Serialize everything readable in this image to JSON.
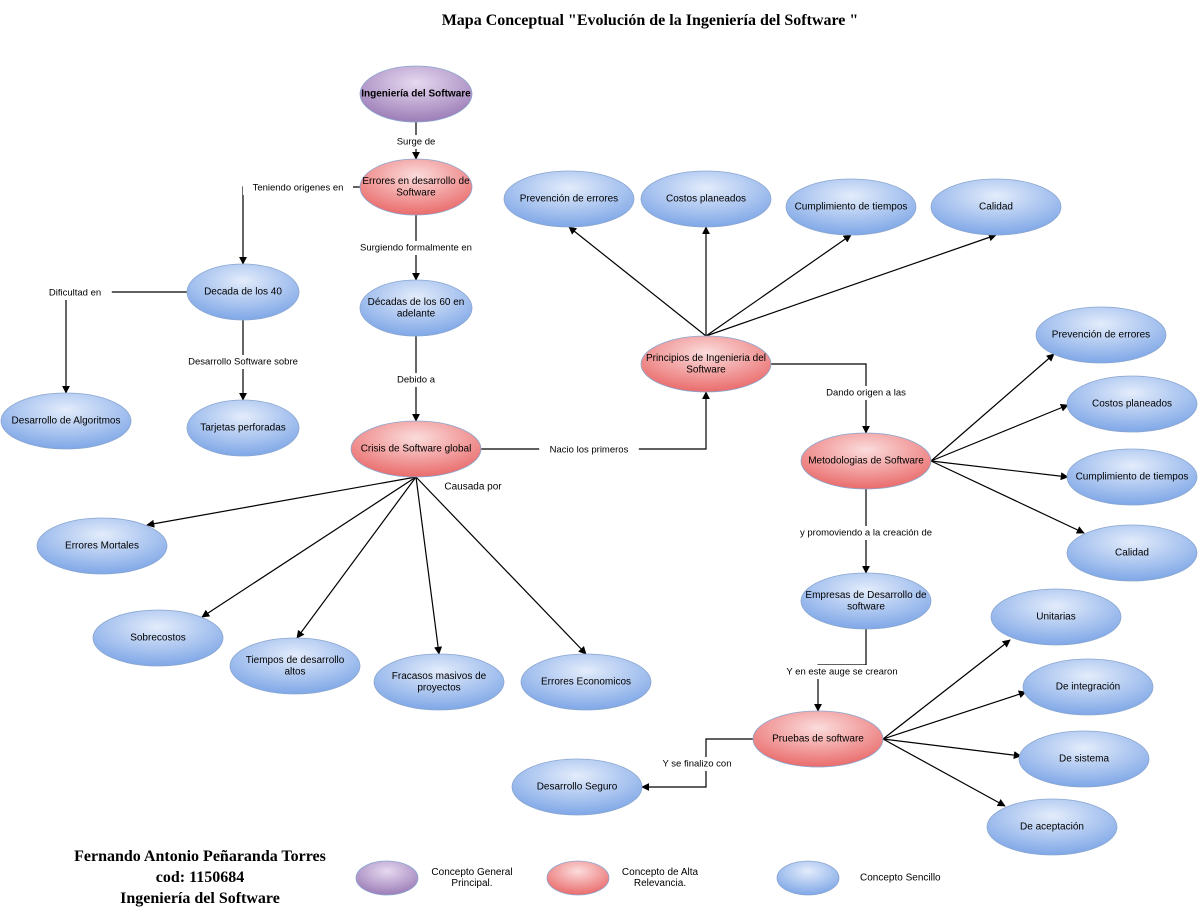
{
  "title": "Mapa Conceptual \"Evolución de la Ingeniería del Software \"",
  "author": {
    "name": "Fernando Antonio Peñaranda Torres",
    "code": "cod: 1150684",
    "course": "Ingeniería del Software"
  },
  "colors": {
    "purple": "#9c7db7",
    "red": "#ea6b6b",
    "blue": "#7fa7e7",
    "edge": "#000000"
  },
  "nodes": [
    {
      "id": "ingenieria",
      "label": [
        "Ingeniería del Software"
      ],
      "kind": "purple",
      "bold": true
    },
    {
      "id": "errores-desarrollo",
      "label": [
        "Errores en desarrollo de",
        "Software"
      ],
      "kind": "red"
    },
    {
      "id": "decada-40",
      "label": [
        "Decada de los 40"
      ],
      "kind": "blue"
    },
    {
      "id": "decadas-60",
      "label": [
        "Décadas de los 60 en",
        "adelante"
      ],
      "kind": "blue"
    },
    {
      "id": "desarrollo-algoritmos",
      "label": [
        "Desarrollo de Algoritmos"
      ],
      "kind": "blue"
    },
    {
      "id": "tarjetas",
      "label": [
        "Tarjetas perforadas"
      ],
      "kind": "blue"
    },
    {
      "id": "crisis",
      "label": [
        "Crisis de Software global"
      ],
      "kind": "red"
    },
    {
      "id": "errores-mortales",
      "label": [
        "Errores Mortales"
      ],
      "kind": "blue"
    },
    {
      "id": "sobrecostos",
      "label": [
        "Sobrecostos"
      ],
      "kind": "blue"
    },
    {
      "id": "tiempos",
      "label": [
        "Tiempos de desarrollo",
        "altos"
      ],
      "kind": "blue"
    },
    {
      "id": "fracasos",
      "label": [
        "Fracasos masivos de",
        "proyectos"
      ],
      "kind": "blue"
    },
    {
      "id": "errores-economicos",
      "label": [
        "Errores Economicos"
      ],
      "kind": "blue"
    },
    {
      "id": "principios",
      "label": [
        "Principios de Ingenieria del",
        "Software"
      ],
      "kind": "red"
    },
    {
      "id": "p-prevencion",
      "label": [
        "Prevención de errores"
      ],
      "kind": "blue"
    },
    {
      "id": "p-costos",
      "label": [
        "Costos planeados"
      ],
      "kind": "blue"
    },
    {
      "id": "p-cumplimiento",
      "label": [
        "Cumplimiento de tiempos"
      ],
      "kind": "blue"
    },
    {
      "id": "p-calidad",
      "label": [
        "Calidad"
      ],
      "kind": "blue"
    },
    {
      "id": "metodologias",
      "label": [
        "Metodologias de Software"
      ],
      "kind": "red"
    },
    {
      "id": "m-prevencion",
      "label": [
        "Prevención de errores"
      ],
      "kind": "blue"
    },
    {
      "id": "m-costos",
      "label": [
        "Costos planeados"
      ],
      "kind": "blue"
    },
    {
      "id": "m-cumplimiento",
      "label": [
        "Cumplimiento de tiempos"
      ],
      "kind": "blue"
    },
    {
      "id": "m-calidad",
      "label": [
        "Calidad"
      ],
      "kind": "blue"
    },
    {
      "id": "empresas",
      "label": [
        "Empresas de Desarrollo de",
        "software"
      ],
      "kind": "blue"
    },
    {
      "id": "pruebas",
      "label": [
        "Pruebas de software"
      ],
      "kind": "red"
    },
    {
      "id": "unitarias",
      "label": [
        "Unitarias"
      ],
      "kind": "blue"
    },
    {
      "id": "integracion",
      "label": [
        "De integración"
      ],
      "kind": "blue"
    },
    {
      "id": "sistema",
      "label": [
        "De sistema"
      ],
      "kind": "blue"
    },
    {
      "id": "aceptacion",
      "label": [
        "De aceptación"
      ],
      "kind": "blue"
    },
    {
      "id": "seguro",
      "label": [
        "Desarrollo Seguro"
      ],
      "kind": "blue"
    }
  ],
  "edges": [
    {
      "from": "ingenieria",
      "to": "errores-desarrollo",
      "label": "Surge de"
    },
    {
      "from": "errores-desarrollo",
      "to": "decada-40",
      "label": "Teniendo origenes en"
    },
    {
      "from": "errores-desarrollo",
      "to": "decadas-60",
      "label": "Surgiendo formalmente en"
    },
    {
      "from": "decada-40",
      "to": "desarrollo-algoritmos",
      "label": "Dificultad en"
    },
    {
      "from": "decada-40",
      "to": "tarjetas",
      "label": "Desarrollo Software sobre"
    },
    {
      "from": "decadas-60",
      "to": "crisis",
      "label": "Debido a"
    },
    {
      "from": "crisis",
      "to": "principios",
      "label": "Nacio los primeros"
    },
    {
      "from": "crisis",
      "to": "errores-mortales",
      "label": ""
    },
    {
      "from": "crisis",
      "to": "sobrecostos",
      "label": ""
    },
    {
      "from": "crisis",
      "to": "tiempos",
      "label": ""
    },
    {
      "from": "crisis",
      "to": "fracasos",
      "label": ""
    },
    {
      "from": "crisis",
      "to": "errores-economicos",
      "label": ""
    },
    {
      "from": "principios",
      "to": "p-prevencion",
      "label": ""
    },
    {
      "from": "principios",
      "to": "p-costos",
      "label": ""
    },
    {
      "from": "principios",
      "to": "p-cumplimiento",
      "label": ""
    },
    {
      "from": "principios",
      "to": "p-calidad",
      "label": ""
    },
    {
      "from": "principios",
      "to": "metodologias",
      "label": "Dando origen a las"
    },
    {
      "from": "metodologias",
      "to": "m-prevencion",
      "label": ""
    },
    {
      "from": "metodologias",
      "to": "m-costos",
      "label": ""
    },
    {
      "from": "metodologias",
      "to": "m-cumplimiento",
      "label": ""
    },
    {
      "from": "metodologias",
      "to": "m-calidad",
      "label": ""
    },
    {
      "from": "metodologias",
      "to": "empresas",
      "label": "y promoviendo a la creación de"
    },
    {
      "from": "empresas",
      "to": "pruebas",
      "label": "Y en este auge se crearon"
    },
    {
      "from": "pruebas",
      "to": "unitarias",
      "label": ""
    },
    {
      "from": "pruebas",
      "to": "integracion",
      "label": ""
    },
    {
      "from": "pruebas",
      "to": "sistema",
      "label": ""
    },
    {
      "from": "pruebas",
      "to": "aceptacion",
      "label": ""
    },
    {
      "from": "pruebas",
      "to": "seguro",
      "label": "Y se finalizo con"
    }
  ],
  "free_labels": [
    {
      "id": "causada",
      "text": "Causada por"
    }
  ],
  "legend": [
    {
      "kind": "purple",
      "label": [
        "Concepto General",
        "Principal."
      ]
    },
    {
      "kind": "red",
      "label": [
        "Concepto de Alta",
        "Relevancia."
      ]
    },
    {
      "kind": "blue",
      "label": [
        "Concepto Sencillo"
      ]
    }
  ]
}
